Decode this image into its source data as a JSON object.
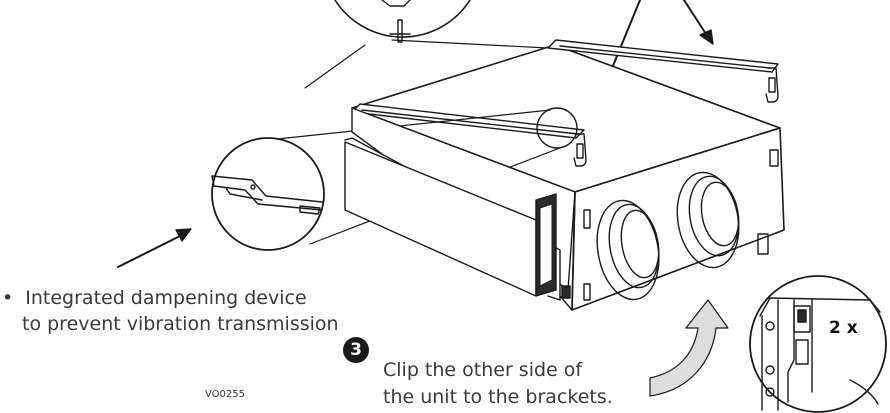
{
  "bullet": {
    "marker": "•",
    "line1": "Integrated dampening device",
    "line2": "to prevent vibration transmission"
  },
  "step": {
    "number": "3",
    "line1": "Clip the other side of",
    "line2": "the unit to the brackets."
  },
  "detail_count": "2 x",
  "figure_ref": "VO0255",
  "colors": {
    "line": "#1a1a1a",
    "text": "#3a3a3a",
    "arrow_fill": "#dddddd",
    "panel_dark": "#2a2a2a"
  }
}
